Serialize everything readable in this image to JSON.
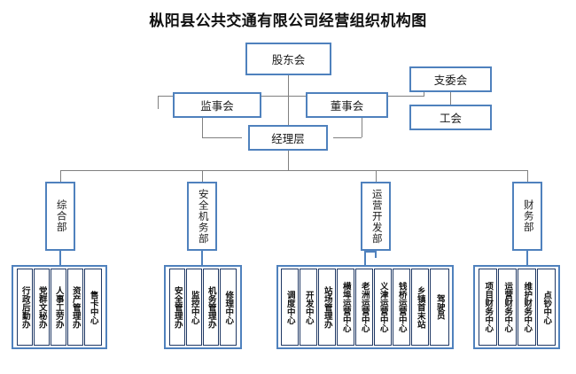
{
  "title": "枞阳县公共交通有限公司经营组织机构图",
  "colors": {
    "box_border": "#4F81BD",
    "unit_border": "#1F3864",
    "connector": "#808080",
    "text": "#101010",
    "background": "#FFFFFF"
  },
  "governance": {
    "shareholders_meeting": "股东会",
    "supervisory_board": "监事会",
    "board_of_directors": "董事会",
    "party_committee": "支委会",
    "labor_union": "工会",
    "management_layer": "经理层"
  },
  "departments": [
    {
      "name": "综合部"
    },
    {
      "name": "安全机务部"
    },
    {
      "name": "运营开发部"
    },
    {
      "name": "财务部"
    }
  ],
  "unit_groups": [
    {
      "parent": "综合部",
      "units": [
        "行政后勤办",
        "党群文秘办",
        "人事工劳办",
        "资产管理办",
        "售卡中心"
      ]
    },
    {
      "parent": "安全机务部",
      "units": [
        "安全管理办",
        "监控中心",
        "机务管理办",
        "修理中心"
      ]
    },
    {
      "parent": "运营开发部",
      "units": [
        "调度中心",
        "开发中心",
        "站场管理办",
        "横埠运营中心",
        "老洲运营中心",
        "义津运营中心",
        "钱桥运营中心",
        "乡镇首末站",
        "驾驶员"
      ]
    },
    {
      "parent": "财务部",
      "units": [
        "项目财务中心",
        "运营财务中心",
        "维护财务中心",
        "点钞中心"
      ]
    }
  ]
}
